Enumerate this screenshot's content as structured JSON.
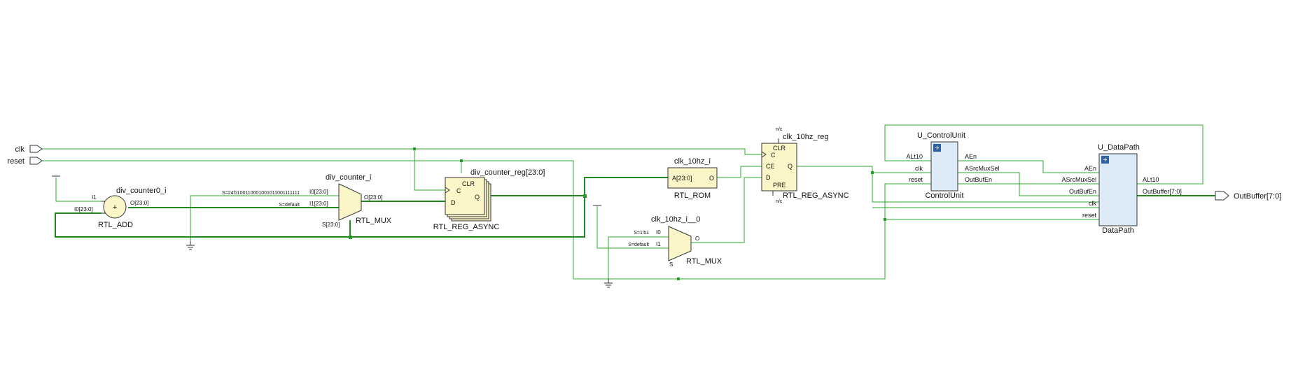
{
  "ports": {
    "clk": "clk",
    "reset": "reset",
    "out": "OutBuffer[7:0]"
  },
  "adder": {
    "name": "div_counter0_i",
    "type": "RTL_ADD",
    "symbol": "+",
    "pin_i1": "I1",
    "pin_i0": "I0[23:0]",
    "pin_o": "O[23:0]"
  },
  "mux1": {
    "name": "div_counter_i",
    "type": "RTL_MUX",
    "pin_i0": "I0[23:0]",
    "pin_i1": "I1[23:0]",
    "pin_o": "O[23:0]",
    "pin_s": "S[23:0]",
    "s0": "S=24'b100110001001011001111111",
    "s1": "S=default"
  },
  "reg1": {
    "name": "div_counter_reg[23:0]",
    "type": "RTL_REG_ASYNC",
    "pin_clr": "CLR",
    "pin_c": "C",
    "pin_d": "D",
    "pin_q": "Q"
  },
  "rom": {
    "name": "clk_10hz_i",
    "type": "RTL_ROM",
    "pin_a": "A[23:0]",
    "pin_o": "O"
  },
  "mux2": {
    "name": "clk_10hz_i__0",
    "type": "RTL_MUX",
    "pin_i0": "I0",
    "pin_i1": "I1",
    "pin_o": "O",
    "pin_s": "S",
    "s0": "S=1'b1",
    "s1": "S=default"
  },
  "reg2": {
    "name": "clk_10hz_reg",
    "type": "RTL_REG_ASYNC",
    "nc_top": "n/c",
    "nc_bottom": "n/c",
    "pin_clr": "CLR",
    "pin_c": "C",
    "pin_ce": "CE",
    "pin_d": "D",
    "pin_q": "Q",
    "pin_pre": "PRE"
  },
  "cu": {
    "name": "U_ControlUnit",
    "type": "ControlUnit",
    "expand": "+",
    "pin_alt10": "ALt10",
    "pin_clk": "clk",
    "pin_reset": "reset",
    "pin_aen": "AEn",
    "pin_asrc": "ASrcMuxSel",
    "pin_outbufen": "OutBufEn"
  },
  "dp": {
    "name": "U_DataPath",
    "type": "DataPath",
    "expand": "+",
    "pin_aen": "AEn",
    "pin_asrc": "ASrcMuxSel",
    "pin_outbufen": "OutBufEn",
    "pin_clk": "clk",
    "pin_reset": "reset",
    "pin_alt10": "ALt10",
    "pin_outbuffer": "OutBuffer[7:0]"
  }
}
